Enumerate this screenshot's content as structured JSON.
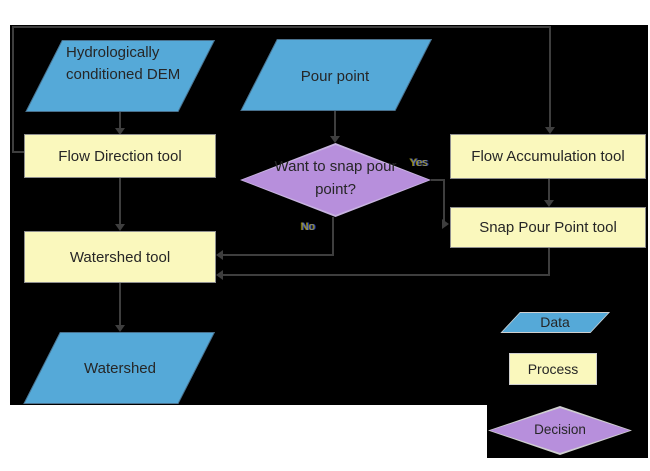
{
  "title": "Watershed delineation flowchart",
  "colors": {
    "page": "#FFFFFF",
    "canvas": "#000000",
    "data-fill": "#55A9D8",
    "process-fill": "#FAF8BD",
    "decision-fill": "#B78FDC",
    "decision-border": "#C8B4E0",
    "shape-border": "#8F8F8F",
    "legend-border": "#CFCFCF",
    "connector": "#3E3E3E",
    "text": "#262626",
    "edge-label": "#8C8C74"
  },
  "nodes": {
    "dem": {
      "type": "data",
      "label": "Hydrologically conditioned DEM"
    },
    "pour_point": {
      "type": "data",
      "label": "Pour point"
    },
    "flow_direction": {
      "type": "process",
      "label": "Flow Direction tool"
    },
    "flow_accumulation": {
      "type": "process",
      "label": "Flow Accumulation tool"
    },
    "snap_pour_point": {
      "type": "process",
      "label": "Snap Pour Point tool"
    },
    "snap_decision": {
      "type": "decision",
      "label": "Want to snap pour point?"
    },
    "watershed_tool": {
      "type": "process",
      "label": "Watershed tool"
    },
    "watershed": {
      "type": "data",
      "label": "Watershed"
    }
  },
  "edges": [
    {
      "from": "dem",
      "to": "flow_direction",
      "label": ""
    },
    {
      "from": "pour_point",
      "to": "snap_decision",
      "label": ""
    },
    {
      "from": "flow_direction",
      "to": "flow_accumulation",
      "label": ""
    },
    {
      "from": "flow_direction",
      "to": "watershed_tool",
      "label": ""
    },
    {
      "from": "flow_accumulation",
      "to": "snap_pour_point",
      "label": ""
    },
    {
      "from": "snap_decision",
      "to": "snap_pour_point",
      "label": "Yes"
    },
    {
      "from": "snap_decision",
      "to": "watershed_tool",
      "label": "No"
    },
    {
      "from": "snap_pour_point",
      "to": "watershed_tool",
      "label": ""
    },
    {
      "from": "watershed_tool",
      "to": "watershed",
      "label": ""
    }
  ],
  "edge_labels": {
    "yes": "Yes",
    "no": "No"
  },
  "legend": {
    "data": "Data",
    "process": "Process",
    "decision": "Decision"
  }
}
